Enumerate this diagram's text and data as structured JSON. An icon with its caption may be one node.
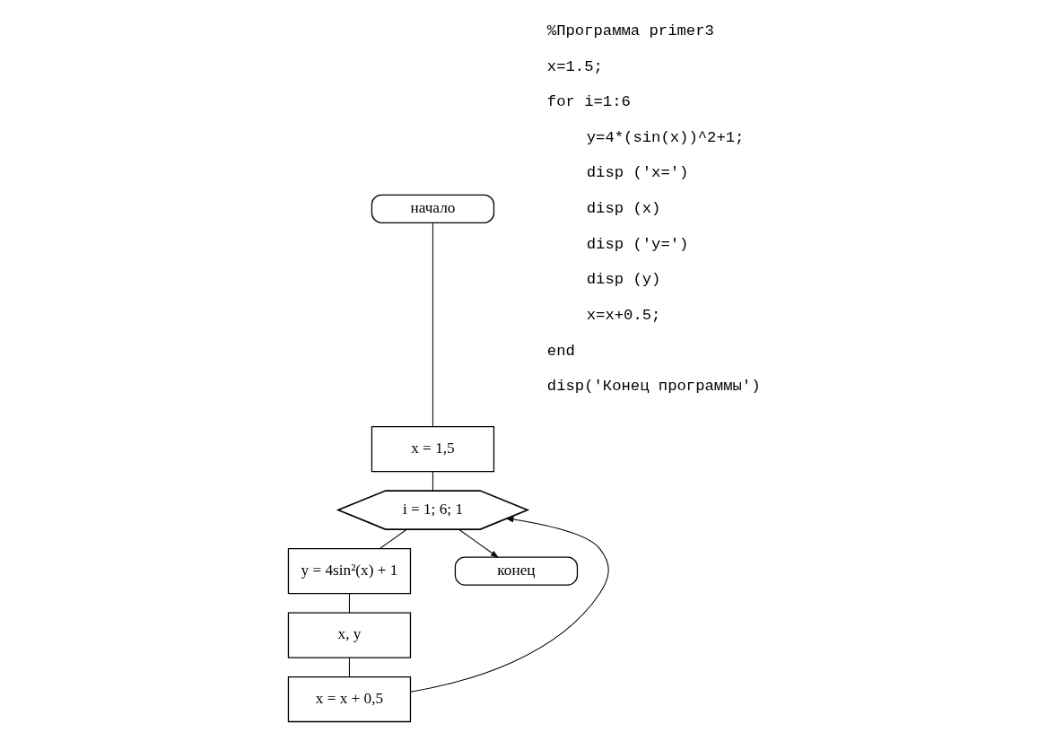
{
  "diagram": {
    "nodes": [
      {
        "text": [
          "начало"
        ]
      },
      {
        "text": [
          "x = 1,5"
        ]
      },
      {
        "text": [
          "i = 1; 6; 1"
        ]
      },
      {
        "text": [
          "y = 4sin²(x) + 1"
        ]
      },
      {
        "text": [
          "x, y"
        ]
      },
      {
        "text": [
          "x = x + 0,5"
        ]
      },
      {
        "text": [
          "конец"
        ]
      }
    ],
    "edges": [
      {
        "from": 0,
        "to": 1,
        "arrow": "none"
      },
      {
        "from": 1,
        "to": 2,
        "arrow": "none"
      },
      {
        "from": 2,
        "to": 3,
        "arrow": "none"
      },
      {
        "from": 3,
        "to": 4,
        "arrow": "none"
      },
      {
        "from": 4,
        "to": 5,
        "arrow": "none"
      },
      {
        "from": 5,
        "to": 2,
        "arrow": "to"
      },
      {
        "from": 2,
        "to": 6,
        "arrow": "to"
      }
    ],
    "labels": [
      "%Программа primer3",
      "x=1.5;",
      "for i=1:6",
      "y=4*(sin(x))^2+1;",
      "disp ('x=')",
      "disp (x)",
      "disp ('y=')",
      "disp (y)",
      "x=x+0.5;",
      "end",
      "disp('Конец программы')"
    ]
  }
}
